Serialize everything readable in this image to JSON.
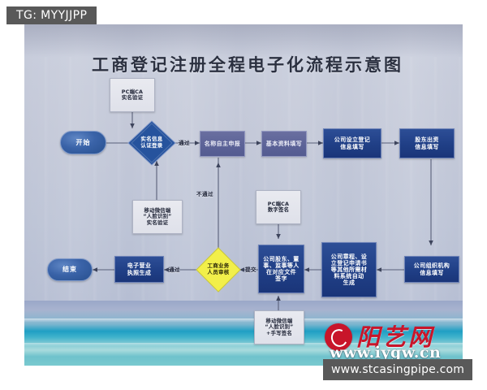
{
  "overlays": {
    "tg_chip": "TG: MYYJJPP",
    "site_chip": "www.stcasingpipe.com"
  },
  "watermark": {
    "brand_cn": "阳艺网",
    "brand_url": "www.iygw.cn",
    "logo_icon": "red-circle-logo-icon"
  },
  "flowchart": {
    "title": "工商登记注册全程电子化流程示意图",
    "nodes": [
      {
        "id": "pc_ca_realname",
        "label": "PC端CA\n实名验证",
        "shape": "box",
        "style": "white"
      },
      {
        "id": "start",
        "label": "开始",
        "shape": "terminator",
        "style": "blue"
      },
      {
        "id": "realname_login",
        "label": "实名信息\n认证登录",
        "shape": "diamond",
        "style": "blue"
      },
      {
        "id": "mobile_face_realname",
        "label": "移动微信端\n“人脸识别”\n实名验证",
        "shape": "box",
        "style": "white"
      },
      {
        "id": "name_self_declare",
        "label": "名称自主申报",
        "shape": "box",
        "style": "wash"
      },
      {
        "id": "basic_info_fill",
        "label": "基本资料填写",
        "shape": "box",
        "style": "wash"
      },
      {
        "id": "company_setup_reg",
        "label": "公司设立登记\n信息填写",
        "shape": "box",
        "style": "blue"
      },
      {
        "id": "shareholder_capital",
        "label": "股东出资\n信息填写",
        "shape": "box",
        "style": "blue"
      },
      {
        "id": "pc_ca_signature",
        "label": "PC端CA\n数字签名",
        "shape": "box",
        "style": "white"
      },
      {
        "id": "org_structure_fill",
        "label": "公司组织机构\n信息填写",
        "shape": "box",
        "style": "blue"
      },
      {
        "id": "auto_generate_docs",
        "label": "公司章程、设\n立登记申请书\n等其他所需材\n料系统自动\n生成",
        "shape": "box",
        "style": "blue"
      },
      {
        "id": "stakeholders_sign",
        "label": "公司股东、董\n事、监事等人\n在对应文件\n签字",
        "shape": "box",
        "style": "blue"
      },
      {
        "id": "mobile_face_sign",
        "label": "移动微信端\n“人脸识别”\n+手写签名",
        "shape": "box",
        "style": "white"
      },
      {
        "id": "aic_review",
        "label": "工商业务\n人员审核",
        "shape": "diamond",
        "style": "yellow"
      },
      {
        "id": "elicense_generate",
        "label": "电子营业\n执照生成",
        "shape": "box",
        "style": "blue"
      },
      {
        "id": "end",
        "label": "结束",
        "shape": "terminator",
        "style": "blue"
      }
    ],
    "edge_labels": [
      {
        "id": "pass_top",
        "text": "通过"
      },
      {
        "id": "fail_mid",
        "text": "不通过"
      },
      {
        "id": "pass_bottom",
        "text": "通过"
      },
      {
        "id": "submit",
        "text": "提交"
      }
    ]
  },
  "colors": {
    "node_blue": "#203f86",
    "node_wash": "#5b6297",
    "node_white": "#e3e5ed",
    "diamond_yellow": "#f2ef4a",
    "watermark_red": "#c8152a",
    "chip_grey": "#595959"
  }
}
